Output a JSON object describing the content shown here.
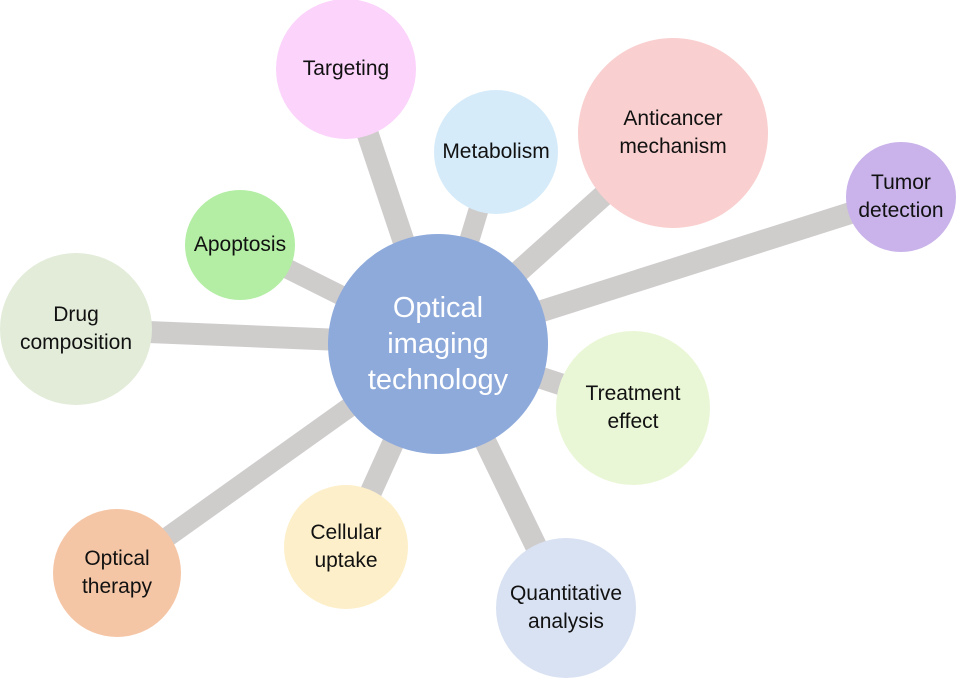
{
  "center": {
    "label": "Optical\nimaging\ntechnology",
    "color": "#8eaadb"
  },
  "nodes": [
    {
      "id": "targeting",
      "label": "Targeting",
      "color": "#fbd3fb"
    },
    {
      "id": "metabolism",
      "label": "Metabolism",
      "color": "#d6ebf9"
    },
    {
      "id": "anticancer-mechanism",
      "label": "Anticancer\nmechanism",
      "color": "#f9cfcf"
    },
    {
      "id": "tumor-detection",
      "label": "Tumor\ndetection",
      "color": "#c9b3ea"
    },
    {
      "id": "treatment-effect",
      "label": "Treatment\neffect",
      "color": "#eaf7d6"
    },
    {
      "id": "quantitative-analysis",
      "label": "Quantitative\nanalysis",
      "color": "#d9e2f2"
    },
    {
      "id": "cellular-uptake",
      "label": "Cellular\nuptake",
      "color": "#fdefc9"
    },
    {
      "id": "optical-therapy",
      "label": "Optical\ntherapy",
      "color": "#f5c6a6"
    },
    {
      "id": "drug-composition",
      "label": "Drug\ncomposition",
      "color": "#e2ecd9"
    },
    {
      "id": "apoptosis",
      "label": "Apoptosis",
      "color": "#b3eea4"
    }
  ],
  "connector_color": "#cfcccc"
}
